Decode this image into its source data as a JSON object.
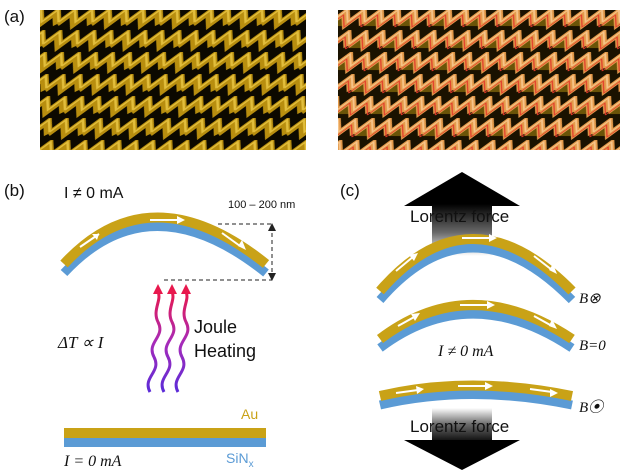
{
  "panels": {
    "a": "(a)",
    "b": "(b)",
    "c": "(c)"
  },
  "panel_b": {
    "current_nonzero": "I ≠ 0 mA",
    "height_range": "100 – 200 nm",
    "delta_t": "ΔT ∝ I",
    "joule_line1": "Joule",
    "joule_line2": "Heating",
    "au_label": "Au",
    "sin_label": "SiN",
    "sin_sub": "x",
    "current_zero": "I = 0 mA"
  },
  "panel_c": {
    "lorentz_top": "Lorentz force",
    "lorentz_bottom": "Lorentz force",
    "b_into": "B⊗",
    "b_zero": "B=0",
    "b_out": "B⦿",
    "current_nonzero": "I ≠ 0 mA"
  },
  "colors": {
    "gold": "#C9A217",
    "blue": "#5B9BD5",
    "heat_top": "#E8184D",
    "heat_bottom": "#5B2BD8",
    "zigzag_light": "#E6A75A",
    "dark_bg": "#0C0900"
  }
}
